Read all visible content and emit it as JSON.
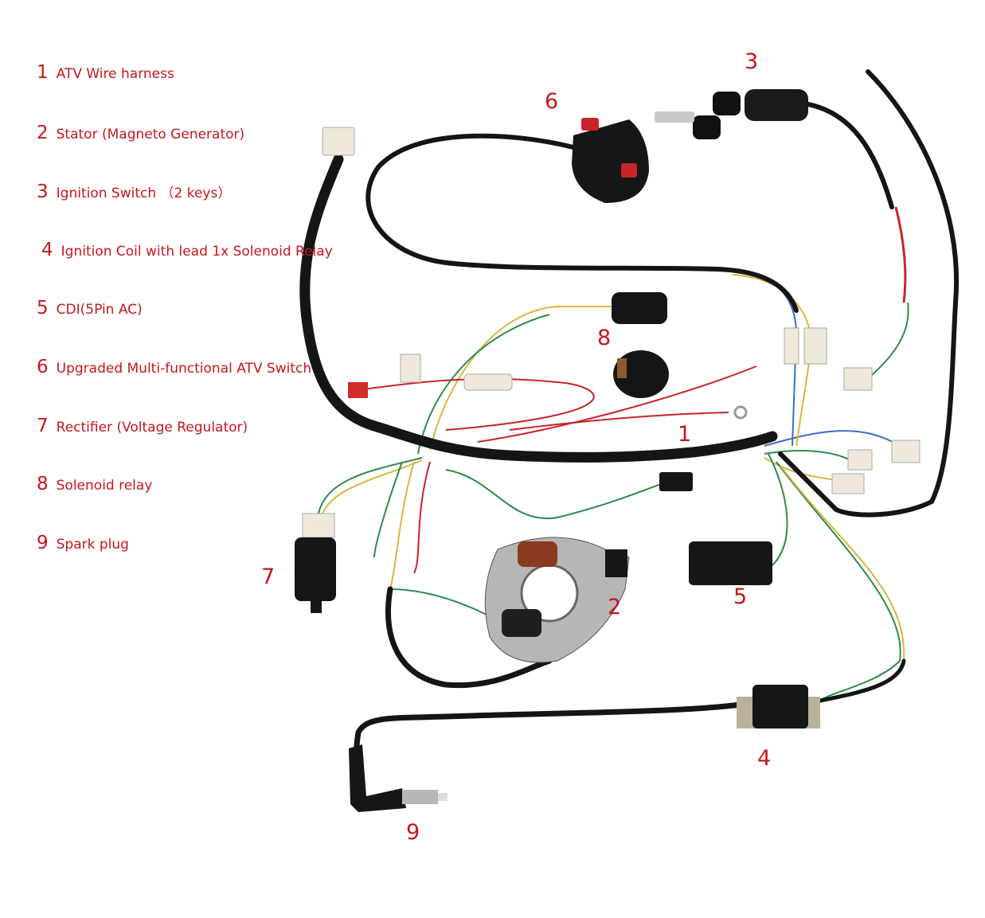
{
  "legend": [
    {
      "num": "1",
      "label": "ATV Wire harness"
    },
    {
      "num": "2",
      "label": "Stator (Magneto Generator)"
    },
    {
      "num": "3",
      "label": "Ignition Switch （2 keys）"
    },
    {
      "num": "4",
      "label": "Ignition Coil with lead 1x Solenoid Relay"
    },
    {
      "num": "5",
      "label": "CDI(5Pin AC)"
    },
    {
      "num": "6",
      "label": "Upgraded Multi-functional ATV Switch"
    },
    {
      "num": "7",
      "label": "Rectifier (Voltage Regulator)"
    },
    {
      "num": "8",
      "label": "Solenoid relay"
    },
    {
      "num": "9",
      "label": "Spark plug"
    }
  ],
  "callouts": {
    "c1": "1",
    "c2": "2",
    "c3": "3",
    "c4": "4",
    "c5": "5",
    "c6": "6",
    "c7": "7",
    "c8": "8",
    "c9": "9"
  },
  "colors": {
    "label_red": "#c8161d",
    "wire_black": "#151515"
  }
}
